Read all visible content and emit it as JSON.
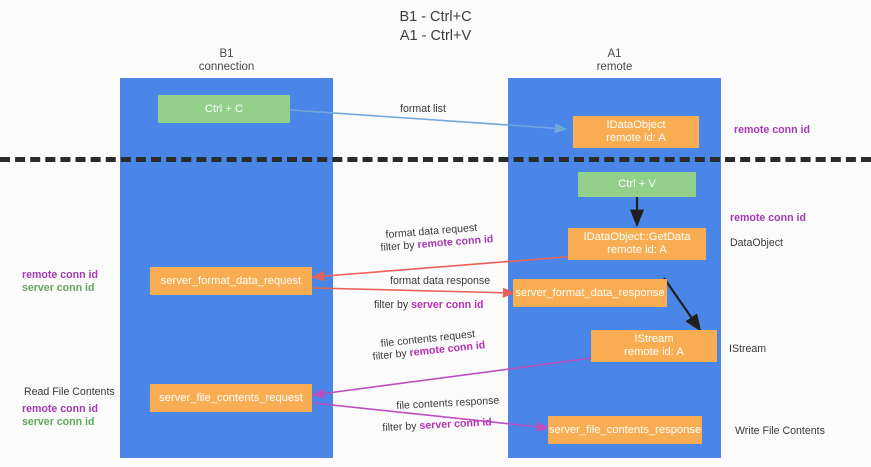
{
  "title": {
    "line1": "B1 - Ctrl+C",
    "line2": "A1 - Ctrl+V"
  },
  "columns": [
    {
      "name": "B1",
      "role": "connection"
    },
    {
      "name": "A1",
      "role": "remote"
    }
  ],
  "colors": {
    "lane": "#4a86e8",
    "green_box": "#93d18b",
    "orange_box": "#f9ad52",
    "purple_text": "#a23ab0",
    "green_text": "#5fa85a",
    "magenta_text": "#b62fb0",
    "arrow_blue": "#6fa8dc",
    "arrow_red": "#e8625a",
    "arrow_magenta": "#bb4ec0",
    "arrow_black": "#1f1f1f",
    "divider": "#2b2b2b"
  },
  "boxes": {
    "ctrl_c": "Ctrl + C",
    "ctrl_v": "Ctrl + V",
    "idataobject_title": "IDataObject",
    "idataobject_sub": "remote id: A",
    "getdata_title": "IDataObject::GetData",
    "getdata_sub": "remote id: A",
    "istream_title": "IStream",
    "istream_sub": "remote id: A",
    "server_format_data_request": "server_format_data_request",
    "server_format_data_response": "server_format_data_response",
    "server_file_contents_request": "server_file_contents_request",
    "server_file_contents_response": "server_file_contents_response"
  },
  "edge_labels": {
    "format_list": "format list",
    "format_data_request": "format data request",
    "format_data_request_filter_prefix": "filter by ",
    "format_data_request_filter_key": "remote conn id",
    "format_data_response": "format data response",
    "format_data_response_filter_prefix": "filter by ",
    "format_data_response_filter_key": "server conn id",
    "file_contents_request": "file contents request",
    "file_contents_request_filter_prefix": "filter by ",
    "file_contents_request_filter_key": "remote conn id",
    "file_contents_response": "file contents response",
    "file_contents_response_filter_prefix": "filter by ",
    "file_contents_response_filter_key": "server conn id"
  },
  "annotations": {
    "right_remote_conn_id_top": "remote conn id",
    "right_remote_conn_id_mid": "remote conn id",
    "right_dataobject": "DataObject",
    "right_istream": "IStream",
    "right_write_file_contents": "Write File Contents",
    "left_remote_conn_id": "remote conn id",
    "left_server_conn_id": "server conn id",
    "left_read_file_contents": "Read File Contents",
    "left_bottom_remote_conn_id": "remote conn id",
    "left_bottom_server_conn_id": "server conn id"
  }
}
